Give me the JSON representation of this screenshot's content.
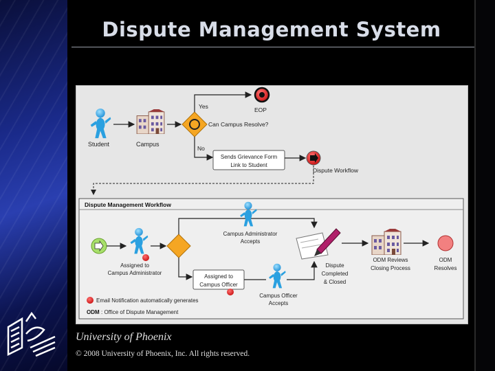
{
  "slide": {
    "title": "Dispute Management System",
    "university": "University of Phoenix",
    "copyright": "© 2008 University of Phoenix, Inc. All rights  reserved."
  },
  "diagram": {
    "top_flow": {
      "student": "Student",
      "campus": "Campus",
      "decision": "Can Campus Resolve?",
      "yes": "Yes",
      "no": "No",
      "eop": "EOP",
      "grievance_line1": "Sends Grievance Form",
      "grievance_line2": "Link to Student",
      "dispute_workflow": "Dispute Workflow"
    },
    "workflow": {
      "title": "Dispute Management Workflow",
      "admin_accepts_1": "Campus Administrator",
      "admin_accepts_2": "Accepts",
      "assigned_admin_1": "Assigned to",
      "assigned_admin_2": "Campus Administrator",
      "assigned_officer_1": "Assigned to",
      "assigned_officer_2": "Campus Officer",
      "officer_accepts_1": "Campus Officer",
      "officer_accepts_2": "Accepts",
      "dispute_1": "Dispute",
      "dispute_2": "Completed",
      "dispute_3": "& Closed",
      "odm_reviews_1": "ODM Reviews",
      "odm_reviews_2": "Closing Process",
      "odm_resolves_1": "ODM",
      "odm_resolves_2": "Resolves",
      "legend_email": "Email Notification automatically generates",
      "legend_odm_abbr": "ODM",
      "legend_odm_text": ": Office of Dispute Management"
    }
  }
}
